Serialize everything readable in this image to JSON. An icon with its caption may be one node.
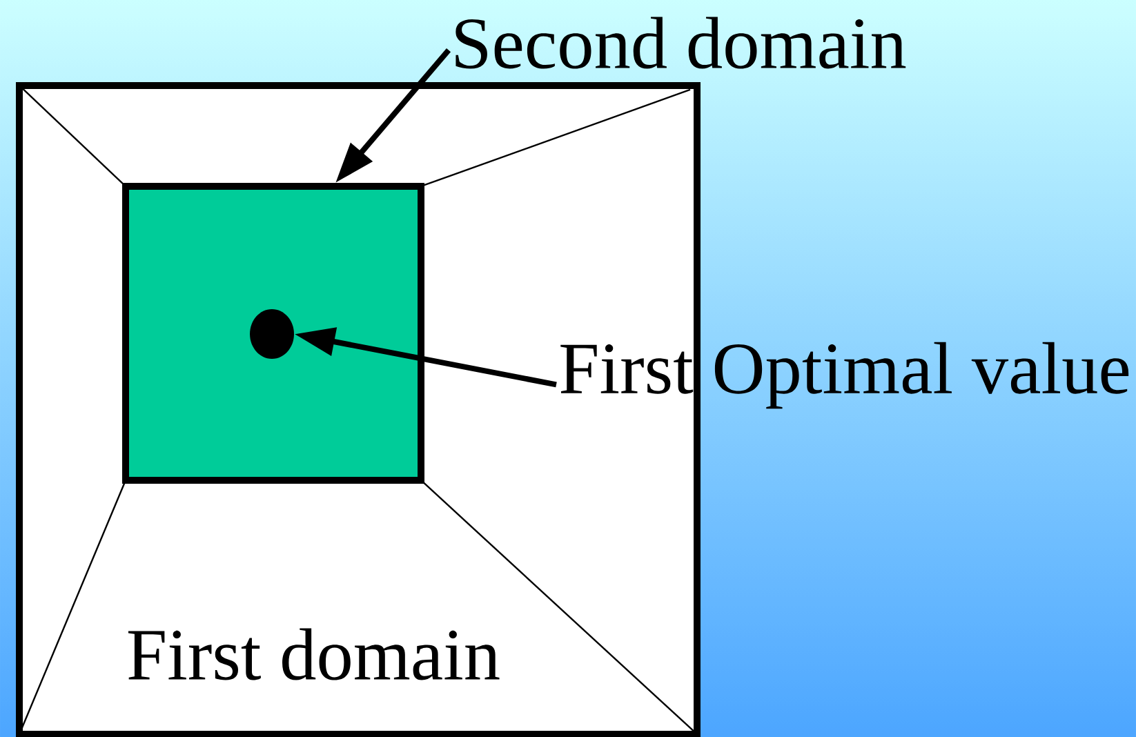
{
  "diagram": {
    "nodes": [
      {
        "text": [
          "First domain"
        ]
      },
      {
        "text": [],
        "shape": "box",
        "in": 0
      },
      {
        "text": [],
        "shape": "circle",
        "in": 1
      },
      {
        "text": [
          "Second domain"
        ]
      },
      {
        "text": [
          "First Optimal value"
        ]
      }
    ],
    "edges": [
      {
        "from": 3,
        "to": 1,
        "arrow": "to"
      },
      {
        "from": 4,
        "to": 2,
        "arrow": "to"
      }
    ]
  }
}
